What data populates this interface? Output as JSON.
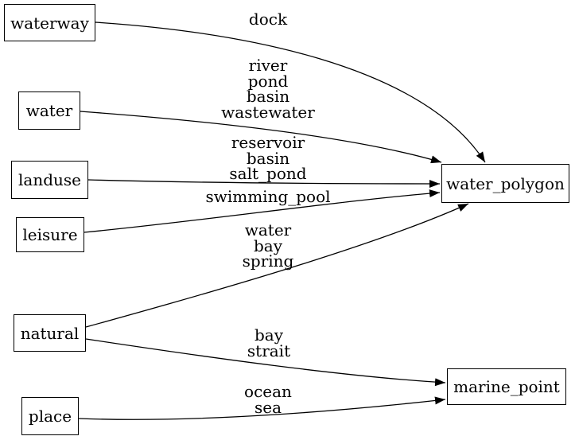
{
  "diagram": {
    "background_color": "#ffffff",
    "stroke_color": "#000000",
    "text_color": "#000000",
    "node_fill": "#ffffff",
    "nodes": {
      "waterway": {
        "label": "waterway"
      },
      "water": {
        "label": "water"
      },
      "landuse": {
        "label": "landuse"
      },
      "leisure": {
        "label": "leisure"
      },
      "natural": {
        "label": "natural"
      },
      "place": {
        "label": "place"
      },
      "water_polygon": {
        "label": "water_polygon"
      },
      "marine_point": {
        "label": "marine_point"
      }
    },
    "edges": [
      {
        "from": "waterway",
        "to": "water_polygon",
        "lines": [
          "dock"
        ]
      },
      {
        "from": "water",
        "to": "water_polygon",
        "lines": [
          "river",
          "pond",
          "basin",
          "wastewater"
        ]
      },
      {
        "from": "landuse",
        "to": "water_polygon",
        "lines": [
          "reservoir",
          "basin",
          "salt_pond"
        ]
      },
      {
        "from": "leisure",
        "to": "water_polygon",
        "lines": [
          "swimming_pool"
        ]
      },
      {
        "from": "natural",
        "to": "water_polygon",
        "lines": [
          "water",
          "bay",
          "spring"
        ]
      },
      {
        "from": "natural",
        "to": "marine_point",
        "lines": [
          "bay",
          "strait"
        ]
      },
      {
        "from": "place",
        "to": "marine_point",
        "lines": [
          "ocean",
          "sea"
        ]
      }
    ]
  }
}
